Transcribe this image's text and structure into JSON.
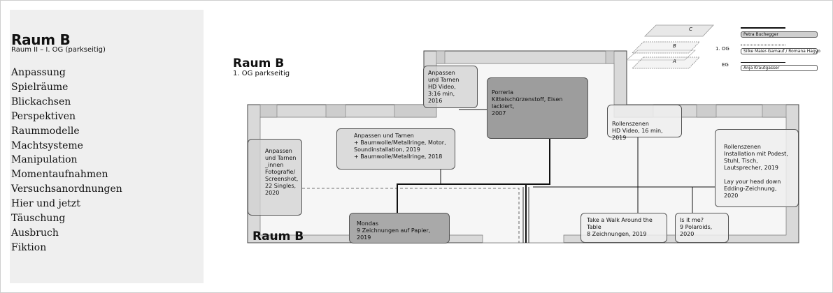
{
  "sidebar": {
    "title": "Raum B",
    "subtitle": "Raum II – I. OG (parkseitig)",
    "items": [
      "Anpassung",
      "Spielräume",
      "Blickachsen",
      "Perspektiven",
      "Raummodelle",
      "Machtsysteme",
      "Manipulation",
      "Momentaufnahmen",
      "Versuchsanordnungen",
      "Hier und jetzt",
      "Täuschung",
      "Ausbruch",
      "Fiktion"
    ]
  },
  "plan": {
    "title": "Raum B",
    "subtitle": "1. OG parkseitig",
    "footer_title": "Raum B",
    "works": {
      "anpassen_video": "Anpassen\nund Tarnen\nHD Video,\n3:16 min,\n2016",
      "porreria": "Porreria\nKittelschürzenstoff, Eisen lackiert,\n2007",
      "rollenszenen_video": "Rollenszenen\nHD Video, 16 min, 2019",
      "anpassen_installation": "Anpassen und Tarnen\n+ Baumwolle/Metallringe, Motor,\n   Soundinstallation, 2019\n+ Baumwolle/Metallringe, 2018",
      "anpassen_innen": "Anpassen\nund Tarnen\n_innen\nFotografie/\nScreenshot,\n22 Singles,\n2020",
      "rollenszenen_install": "Rollenszenen\nInstallation mit Podest,\nStuhl, Tisch,\nLautsprecher, 2019\n\nLay your head down\nEdding-Zeichnung,\n2020",
      "mondas": "Mondas\n9 Zeichnungen auf Papier, 2019",
      "walk": "Take a Walk Around the Table\n8 Zeichnungen, 2019",
      "isitme": "Is it me?\n9 Polaroids, 2020"
    }
  },
  "legend": {
    "floor_c": "C",
    "floor_b": "B",
    "floor_a": "A",
    "level_1": "1. OG",
    "level_eg": "EG",
    "name_1": "Petra Buchegger",
    "name_2": "Silke Maier-Gamauf / Romana Hagyo",
    "name_3": "Anja Krautgasser"
  }
}
